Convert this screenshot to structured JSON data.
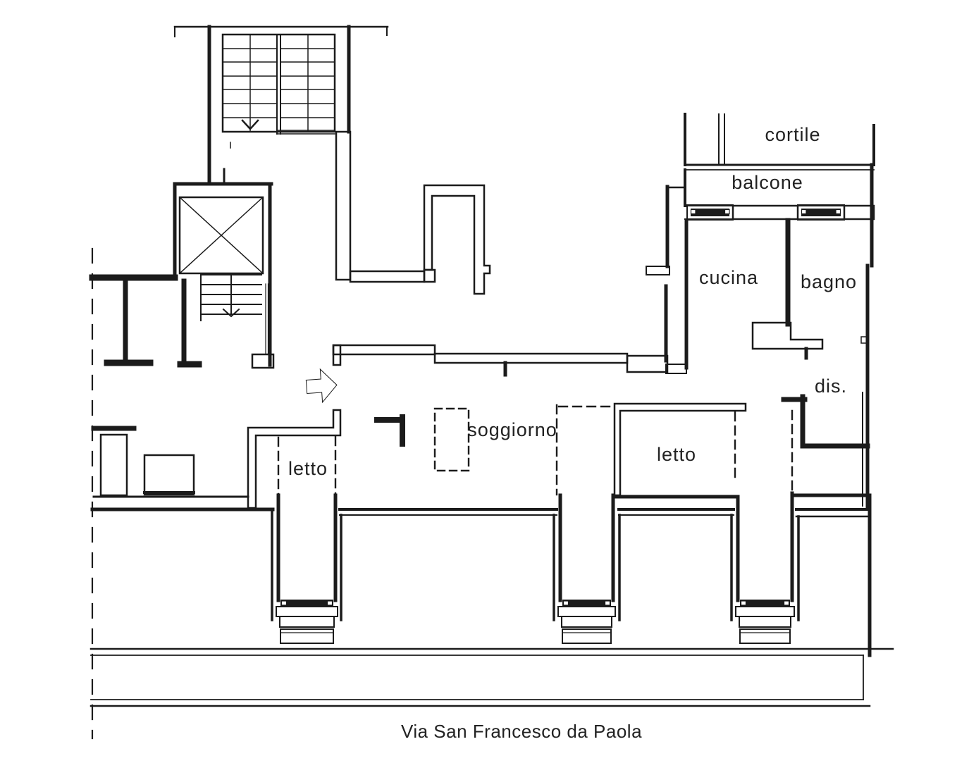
{
  "plan": {
    "rooms": {
      "cortile": "cortile",
      "balcone": "balcone",
      "cucina": "cucina",
      "bagno": "bagno",
      "disimpegno": "dis.",
      "soggiorno": "soggiorno",
      "letto_left": "letto",
      "letto_right": "letto"
    },
    "street_label": "Via San Francesco da Paola",
    "colors": {
      "wall": "#1b1b1b",
      "background": "#ffffff",
      "entrance_arrow": "#0bd40b"
    },
    "icons": {
      "entrance_arrow": "right-block-arrow-icon",
      "stair_down_arrow": "down-chevron-icon",
      "elevator_mark": "x-cross-icon"
    }
  }
}
